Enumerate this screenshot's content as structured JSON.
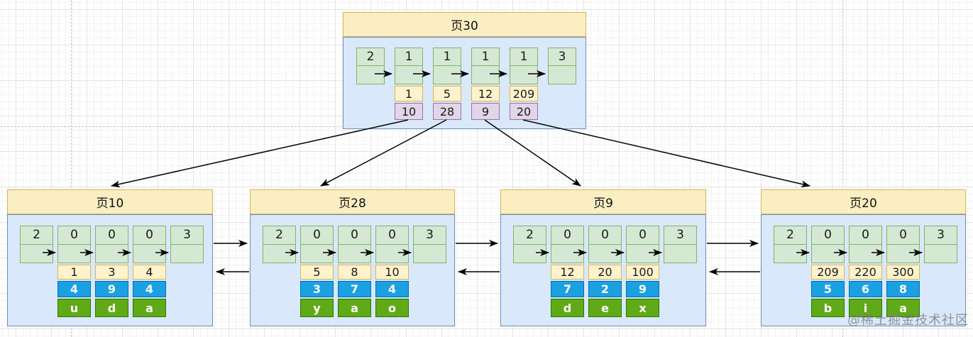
{
  "watermark": "@稀土掘金技术社区",
  "root_page": {
    "title": "页30",
    "records": [
      {
        "type": "2"
      },
      {
        "type": "1",
        "key": "1",
        "child_page": "10"
      },
      {
        "type": "1",
        "key": "5",
        "child_page": "28"
      },
      {
        "type": "1",
        "key": "12",
        "child_page": "9"
      },
      {
        "type": "1",
        "key": "209",
        "child_page": "20"
      },
      {
        "type": "3"
      }
    ]
  },
  "leaf_pages": [
    {
      "title": "页10",
      "records": [
        {
          "type": "2"
        },
        {
          "type": "0",
          "key": "1",
          "value_num": "4",
          "value_char": "u"
        },
        {
          "type": "0",
          "key": "3",
          "value_num": "9",
          "value_char": "d"
        },
        {
          "type": "0",
          "key": "4",
          "value_num": "4",
          "value_char": "a"
        },
        {
          "type": "3"
        }
      ]
    },
    {
      "title": "页28",
      "records": [
        {
          "type": "2"
        },
        {
          "type": "0",
          "key": "5",
          "value_num": "3",
          "value_char": "y"
        },
        {
          "type": "0",
          "key": "8",
          "value_num": "7",
          "value_char": "a"
        },
        {
          "type": "0",
          "key": "10",
          "value_num": "4",
          "value_char": "o"
        },
        {
          "type": "3"
        }
      ]
    },
    {
      "title": "页9",
      "records": [
        {
          "type": "2"
        },
        {
          "type": "0",
          "key": "12",
          "value_num": "7",
          "value_char": "d"
        },
        {
          "type": "0",
          "key": "20",
          "value_num": "2",
          "value_char": "e"
        },
        {
          "type": "0",
          "key": "100",
          "value_num": "9",
          "value_char": "x"
        },
        {
          "type": "3"
        }
      ]
    },
    {
      "title": "页20",
      "records": [
        {
          "type": "2"
        },
        {
          "type": "0",
          "key": "209",
          "value_num": "5",
          "value_char": "b"
        },
        {
          "type": "0",
          "key": "220",
          "value_num": "6",
          "value_char": "i"
        },
        {
          "type": "0",
          "key": "300",
          "value_num": "8",
          "value_char": "a"
        },
        {
          "type": "3"
        }
      ]
    }
  ],
  "palette": {
    "header-fill": "#fbeec3",
    "header-border": "#d6b656",
    "body-fill": "#dae8fc",
    "body-border": "#6c8ebf",
    "green-fill": "#d5e8d4",
    "green-border": "#82b366",
    "key-fill": "#fff2cc",
    "key-border": "#d6b656",
    "purple-fill": "#e1d5e7",
    "purple-border": "#9673a6",
    "blue-fill": "#1ba1e2",
    "blue-border": "#006eaf",
    "olive-fill": "#60a917",
    "olive-border": "#2d7600",
    "arrow": "#000000",
    "watermark": "#7d7d7d"
  }
}
